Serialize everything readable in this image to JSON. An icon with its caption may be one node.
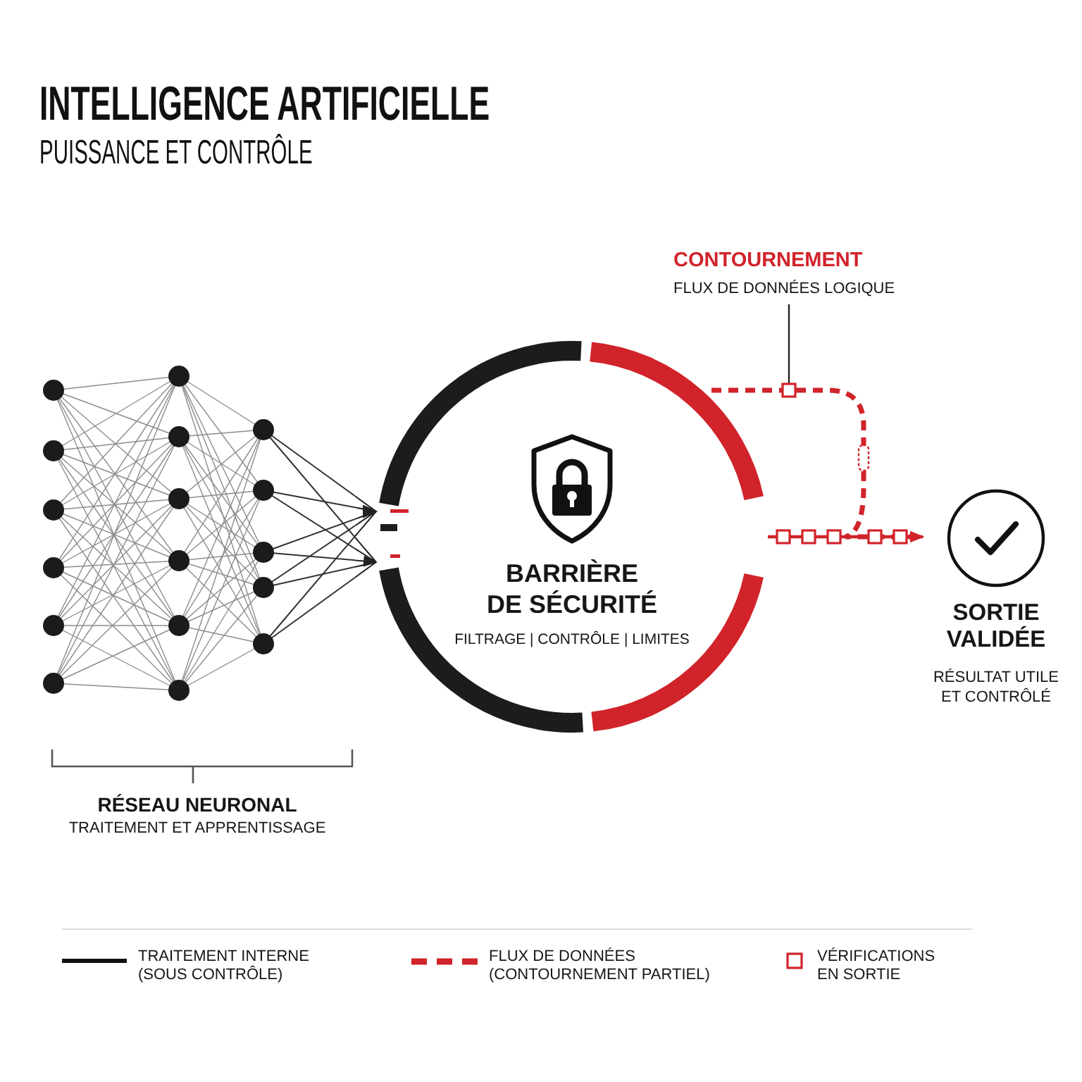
{
  "diagram": {
    "title": "INTELLIGENCE ARTIFICIELLE",
    "nodes": [
      {
        "text": [
          "RÉSEAU NEURONAL",
          "TRAITEMENT ET APPRENTISSAGE"
        ]
      },
      {
        "text": [
          "BARRIÈRE DE SÉCURITÉ",
          "FILTRAGE | CONTRÔLE | LIMITES"
        ]
      },
      {
        "text": [
          "CONTOURNEMENT",
          "FLUX DE DONNÉES LOGIQUE"
        ]
      },
      {
        "text": [
          "SORTIE VALIDÉE",
          "RÉSULTAT UTILE ET CONTRÔLÉ"
        ]
      }
    ],
    "edges": [
      {
        "from": 0,
        "to": 1,
        "arrow": "to"
      },
      {
        "from": 1,
        "to": 3,
        "arrow": "to",
        "color": "#d1232a"
      },
      {
        "from": 1,
        "to": 3,
        "arrow": "to",
        "style": "dashed",
        "color": "#d1232a"
      },
      {
        "from": 2,
        "to": null,
        "arrow": "none"
      }
    ],
    "labels": [
      "PUISSANCE ET CONTRÔLE"
    ],
    "legend": [
      {
        "text": "TRAITEMENT INTERNE (SOUS CONTRÔLE)"
      },
      {
        "text": "FLUX DE DONNÉES (CONTOURNEMENT PARTIEL)"
      },
      {
        "text": "VÉRIFICATIONS EN SORTIE"
      }
    ]
  }
}
